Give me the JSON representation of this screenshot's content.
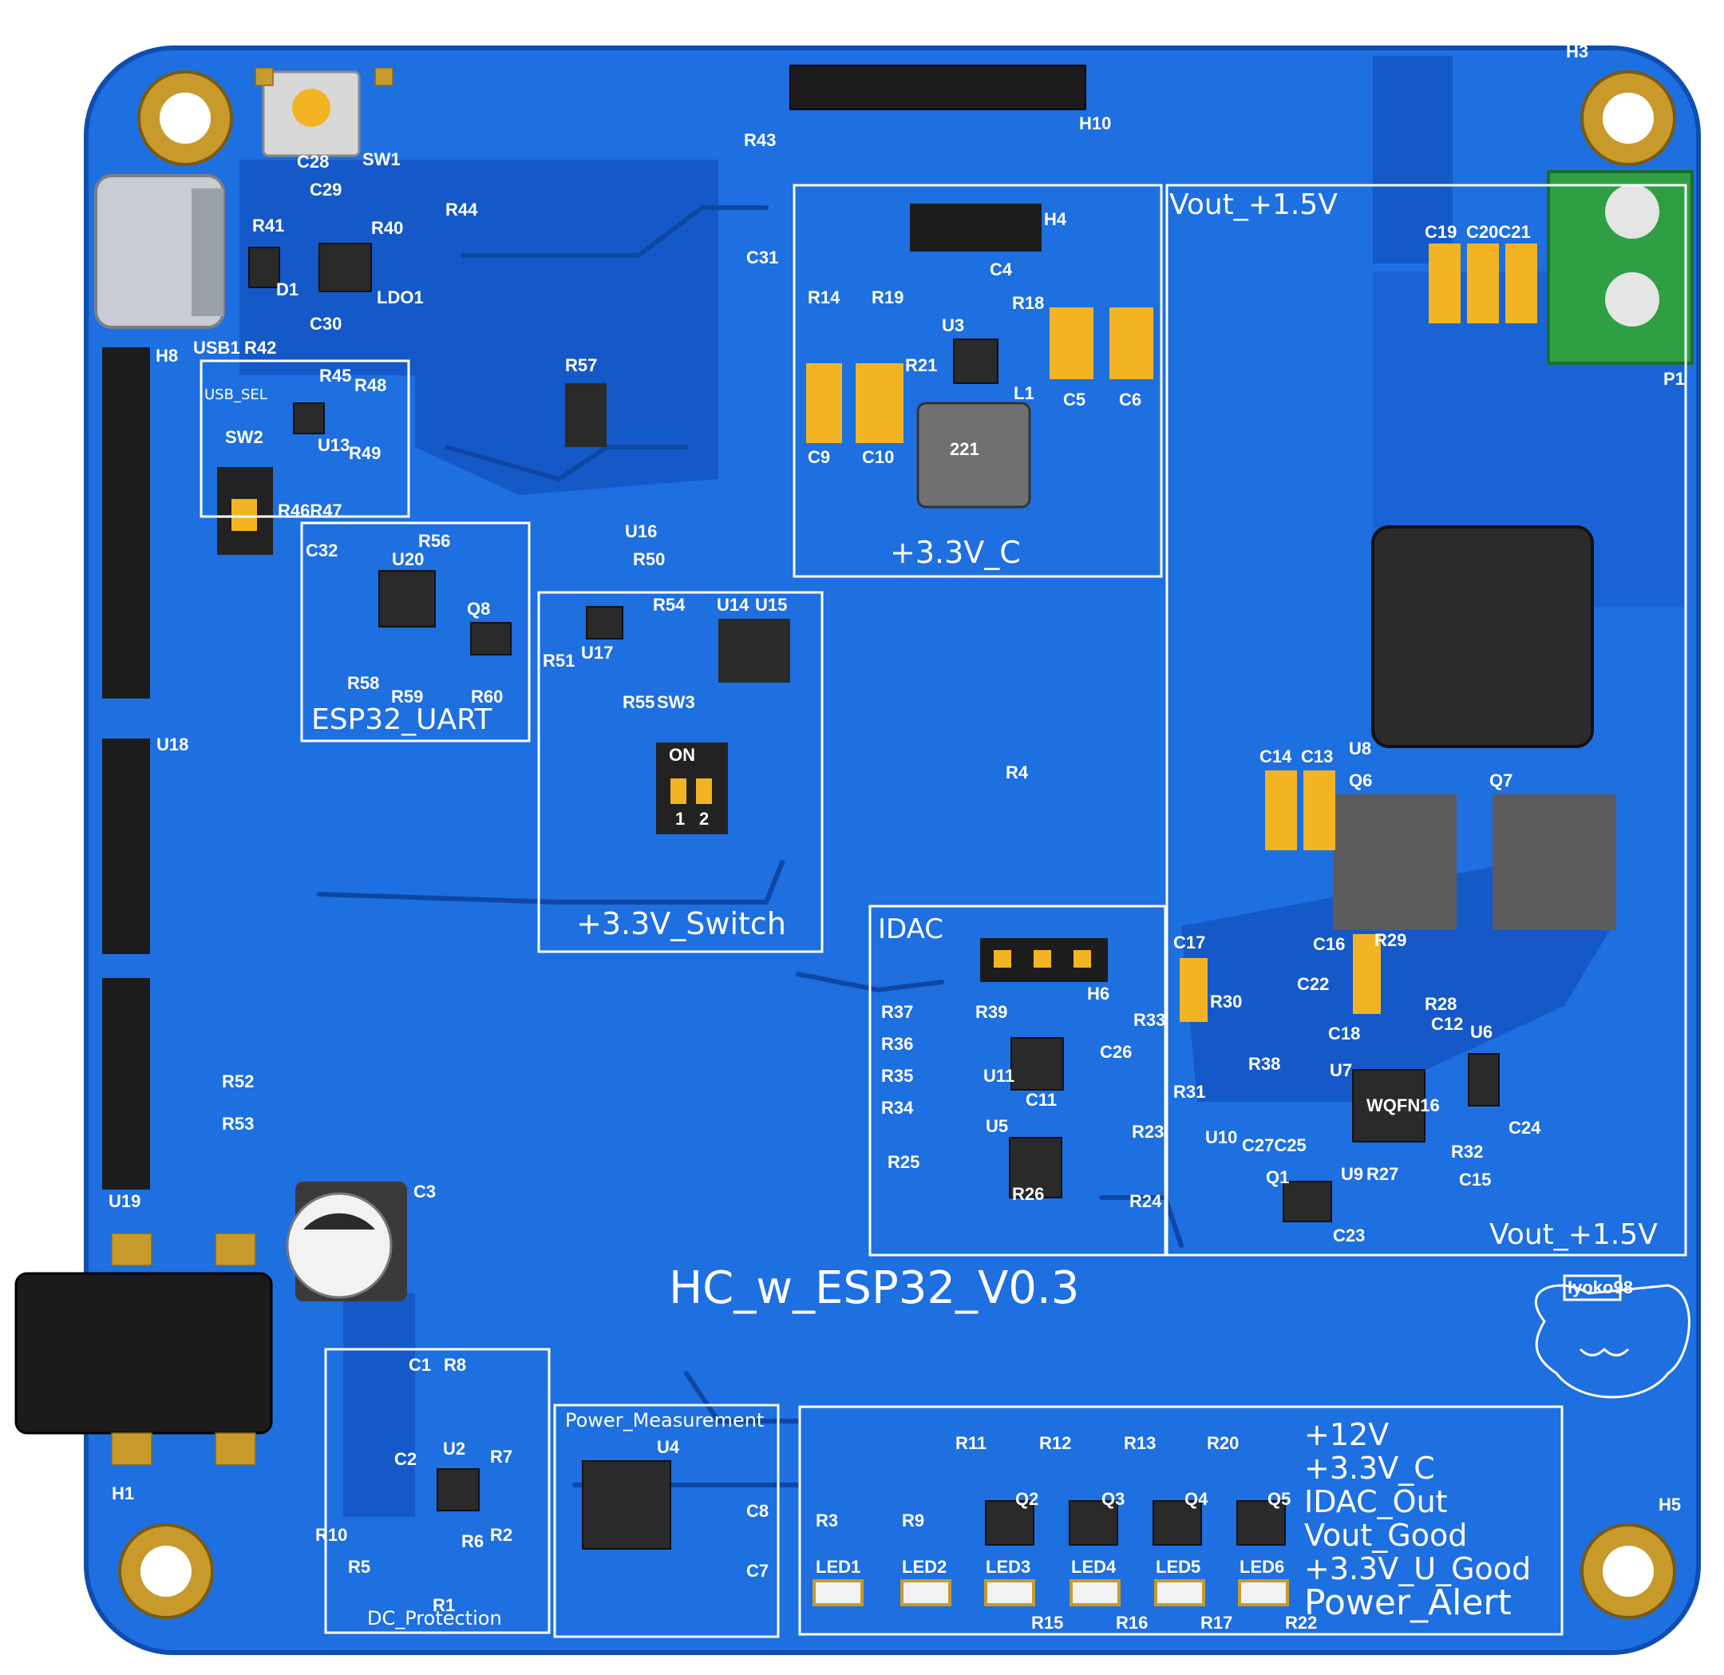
{
  "board": {
    "title": "HC_w_ESP32_V0.3",
    "colors": {
      "board": "#1e6fe0",
      "board_dark": "#1256c4",
      "silkscreen": "#ffffff",
      "pad": "#c79a2b",
      "copper_zone": "#1559c8"
    }
  },
  "sections": {
    "vout_top": "Vout_+1.5V",
    "vout_bottom": "Vout_+1.5V",
    "v33_c": "+3.3V_C",
    "v33_switch": "+3.3V_Switch",
    "esp32_uart": "ESP32_UART",
    "idac": "IDAC",
    "power_measurement": "Power_Measurement",
    "dc_protection": "DC_Protection",
    "usb_sel": "USB_SEL"
  },
  "status_labels": [
    "+12V",
    "+3.3V_C",
    "IDAC_Out",
    "Vout_Good",
    "+3.3V_U_Good",
    "Power_Alert"
  ],
  "refs": {
    "H1": "H1",
    "H3": "H3",
    "H4": "H4",
    "H5": "H5",
    "H6": "H6",
    "H8": "H8",
    "H10": "H10",
    "U18": "U18",
    "U19": "U19",
    "USB1": "USB1",
    "P1": "P1",
    "SW1": "SW1",
    "SW2": "SW2",
    "SW3": "SW3",
    "LDO1": "LDO1",
    "D1": "D1",
    "L1": "L1",
    "L1_marking": "221",
    "U8": "U8",
    "U3": "U3",
    "U2": "U2",
    "U4": "U4",
    "U5": "U5",
    "U6": "U6",
    "U7": "U7",
    "U7_marking": "WQFN16",
    "U9": "U9",
    "U10": "U10",
    "U11": "U11",
    "U13": "U13",
    "U14": "U14",
    "U15": "U15",
    "U16": "U16",
    "U17": "U17",
    "U20": "U20",
    "Q1": "Q1",
    "Q2": "Q2",
    "Q3": "Q3",
    "Q4": "Q4",
    "Q5": "Q5",
    "Q6": "Q6",
    "Q7": "Q7",
    "Q8": "Q8",
    "C1": "C1",
    "C2": "C2",
    "C3": "C3",
    "C4": "C4",
    "C5": "C5",
    "C6": "C6",
    "C7": "C7",
    "C8": "C8",
    "C9": "C9",
    "C10": "C10",
    "C11": "C11",
    "C12": "C12",
    "C13": "C13",
    "C14": "C14",
    "C15": "C15",
    "C16": "C16",
    "C17": "C17",
    "C18": "C18",
    "C19": "C19",
    "C20C21": "C20C21",
    "C22": "C22",
    "C23": "C23",
    "C24": "C24",
    "C26": "C26",
    "C27C25": "C27C25",
    "C28": "C28",
    "C29": "C29",
    "C30": "C30",
    "C31": "C31",
    "C32": "C32",
    "R1": "R1",
    "R2": "R2",
    "R3": "R3",
    "R4": "R4",
    "R5": "R5",
    "R6": "R6",
    "R7": "R7",
    "R8": "R8",
    "R9": "R9",
    "R10": "R10",
    "R11": "R11",
    "R12": "R12",
    "R13": "R13",
    "R14": "R14",
    "R15": "R15",
    "R16": "R16",
    "R17": "R17",
    "R18": "R18",
    "R19": "R19",
    "R20": "R20",
    "R21": "R21",
    "R22": "R22",
    "R23": "R23",
    "R24": "R24",
    "R25": "R25",
    "R26": "R26",
    "R27": "R27",
    "R28": "R28",
    "R29": "R29",
    "R30": "R30",
    "R31": "R31",
    "R32": "R32",
    "R33": "R33",
    "R34": "R34",
    "R35": "R35",
    "R36": "R36",
    "R37": "R37",
    "R38": "R38",
    "R39": "R39",
    "R40": "R40",
    "R41": "R41",
    "R42": "R42",
    "R43": "R43",
    "R44": "R44",
    "R45": "R45",
    "R46R47": "R46R47",
    "R48": "R48",
    "R49": "R49",
    "R50": "R50",
    "R51": "R51",
    "R52": "R52",
    "R53": "R53",
    "R54": "R54",
    "R55": "R55",
    "R56": "R56",
    "R57": "R57",
    "R58": "R58",
    "R59": "R59",
    "R60": "R60",
    "LED1": "LED1",
    "LED2": "LED2",
    "LED3": "LED3",
    "LED4": "LED4",
    "LED5": "LED5",
    "LED6": "LED6",
    "switch_on": "ON",
    "switch_1": "1",
    "switch_2": "2",
    "author_tag": "Iyoko98"
  }
}
